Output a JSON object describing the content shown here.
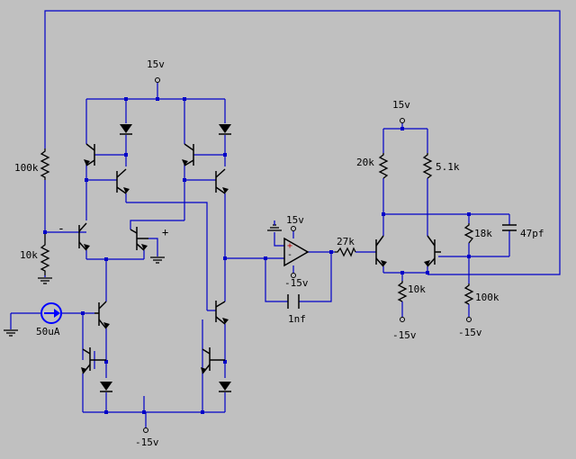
{
  "colors": {
    "background": "#c0c0c0",
    "wire": "#0000c8",
    "component": "#000000",
    "current_source": "#0000ff"
  },
  "labels": {
    "vcc_main": "15v",
    "vee_main": "-15v",
    "vcc_right": "15v",
    "opamp_vcc": "15v",
    "opamp_vee": "-15v",
    "vee_right_a": "-15v",
    "vee_right_b": "-15v",
    "r_feedback": "100k",
    "r_ground": "10k",
    "i_source": "50uA",
    "c_comp": "1nf",
    "r_series": "27k",
    "r_20k": "20k",
    "r_5k1": "5.1k",
    "r_18k": "18k",
    "c_47pf": "47pf",
    "r_10k_emitter": "10k",
    "r_100k_out": "100k",
    "minus_input": "-",
    "plus_input": "+",
    "opamp_minus": "-",
    "opamp_plus": "+"
  }
}
